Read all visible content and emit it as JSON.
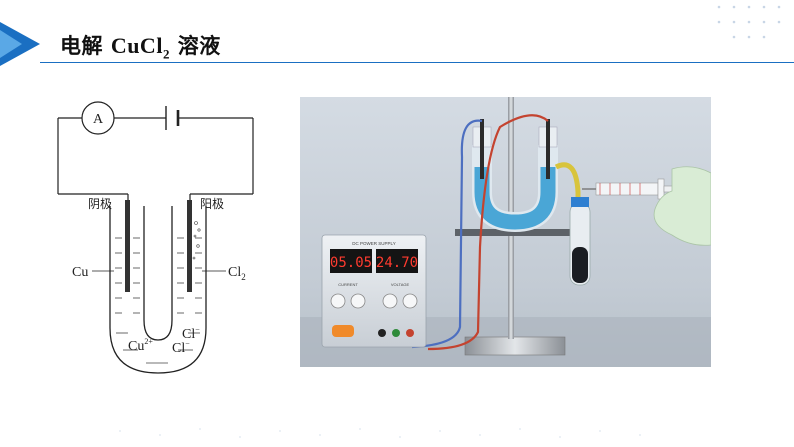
{
  "header": {
    "title_prefix": "电解 ",
    "formula_main": "CuCl",
    "formula_sub": "2",
    "title_suffix": " 溶液"
  },
  "diagram": {
    "ammeter": "A",
    "cathode_label": "阴极",
    "anode_label": "阳极",
    "left_electrode": "Cu",
    "right_gas": "Cl",
    "right_gas_sub": "2",
    "ion_cu": "Cu",
    "ion_cu_charge": "2+",
    "ion_cl_1": "Cl",
    "ion_cl_1_charge": "−",
    "ion_cl_2": "Cl",
    "ion_cl_2_charge": "−"
  },
  "photo": {
    "display_current": "05.05",
    "display_voltage": "24.70",
    "supply_label": "DC POWER SUPPLY",
    "current_label": "CURRENT",
    "voltage_label": "VOLTAGE"
  },
  "colors": {
    "accent": "#1a6fc2",
    "solution_blue": "#4aa6d6",
    "display_red": "#ff3b2f"
  }
}
